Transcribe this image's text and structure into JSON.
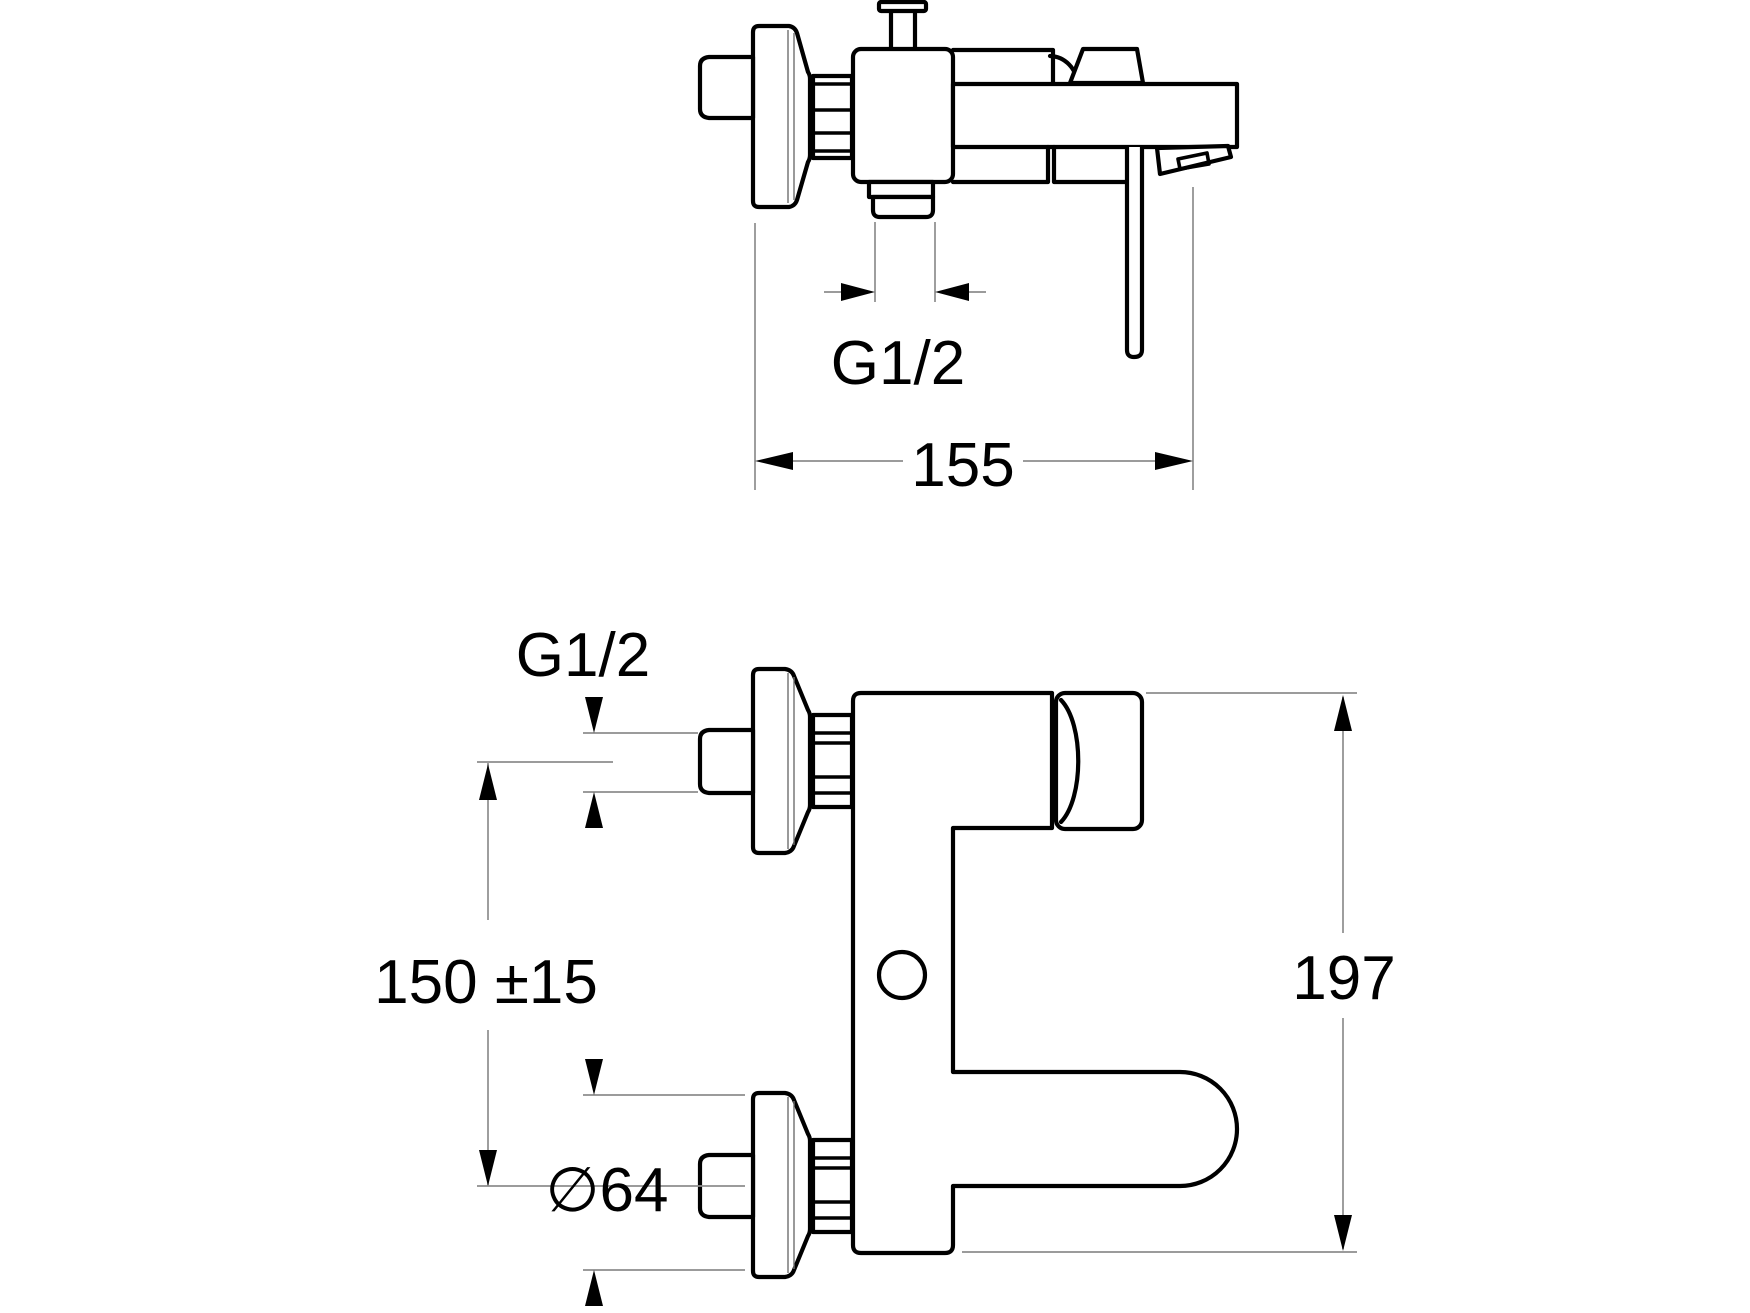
{
  "drawing": {
    "description": "technical-dimension-drawing-wall-mounted-mixer-faucet",
    "background_color": "#ffffff",
    "outline_color": "#000000",
    "dimension_line_color": "#8d8d8d",
    "views": {
      "top": {
        "name": "top-view",
        "labels": {
          "outlet_thread": "G1/2",
          "projection_depth": "155"
        }
      },
      "front": {
        "name": "front-view",
        "labels": {
          "inlet_thread": "G1/2",
          "inlet_spacing": "150 ±15",
          "escutcheon_diameter": "∅64",
          "overall_height": "197"
        }
      }
    }
  }
}
